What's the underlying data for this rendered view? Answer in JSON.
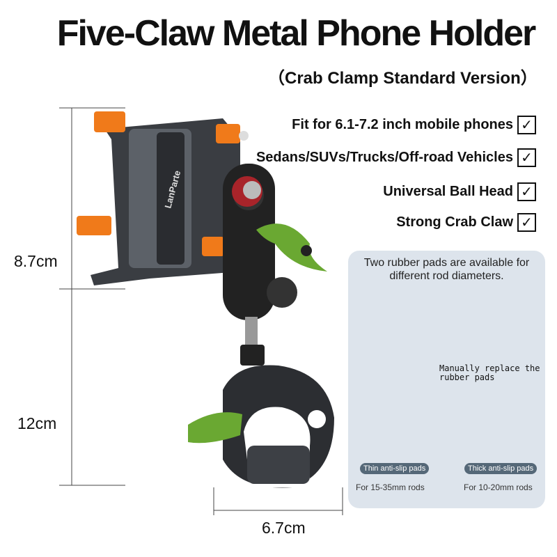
{
  "header": {
    "title": "Five-Claw Metal Phone Holder",
    "subtitle": "（Crab Clamp Standard Version）"
  },
  "features": [
    {
      "label": "Fit for 6.1-7.2 inch mobile phones",
      "checked": true
    },
    {
      "label": "Sedans/SUVs/Trucks/Off-road Vehicles",
      "checked": true
    },
    {
      "label": "Universal Ball Head",
      "checked": true
    },
    {
      "label": "Strong Crab Claw",
      "checked": true
    }
  ],
  "dimensions": {
    "holder_height": "8.7cm",
    "clamp_height": "12cm",
    "clamp_width": "6.7cm"
  },
  "product": {
    "brand": "LanParte"
  },
  "panel": {
    "title": "Two rubber pads are available for different rod diameters.",
    "note": "Manually replace the rubber pads",
    "pads": [
      {
        "label": "Thin anti-slip pads",
        "range": "For 15-35mm rods"
      },
      {
        "label": "Thick anti-slip pads",
        "range": "For 10-20mm rods"
      }
    ]
  },
  "colors": {
    "accent_orange": "#f07a1a",
    "accent_green": "#6aa832",
    "accent_red": "#a8242a",
    "panel_bg": "#dde4ec",
    "pill_bg": "#556878"
  }
}
